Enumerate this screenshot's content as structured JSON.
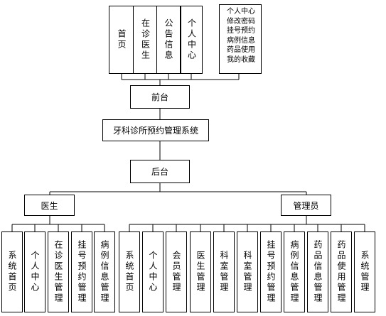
{
  "frontend": {
    "label": "前台",
    "modules": [
      "首页",
      "在诊医生",
      "公告信息",
      "个人中心"
    ],
    "user_functions": [
      "个人中心",
      "修改密码",
      "挂号预约",
      "病例信息",
      "药品使用",
      "我的收藏"
    ]
  },
  "system": {
    "label": "牙科诊所预约管理系统"
  },
  "backend": {
    "label": "后台",
    "doctor": {
      "label": "医生",
      "modules": [
        "系统首页",
        "个人中心",
        "在诊医生管理",
        "挂号预约管理",
        "病例信息管理"
      ]
    },
    "admin": {
      "label": "管理员",
      "modules": [
        "系统首页",
        "个人中心",
        "会员管理",
        "医生管理",
        "科室管理",
        "科室管理",
        "挂号预约管理",
        "病例信息管理",
        "药品信息管理",
        "药品使用管理",
        "系统管理"
      ]
    }
  }
}
